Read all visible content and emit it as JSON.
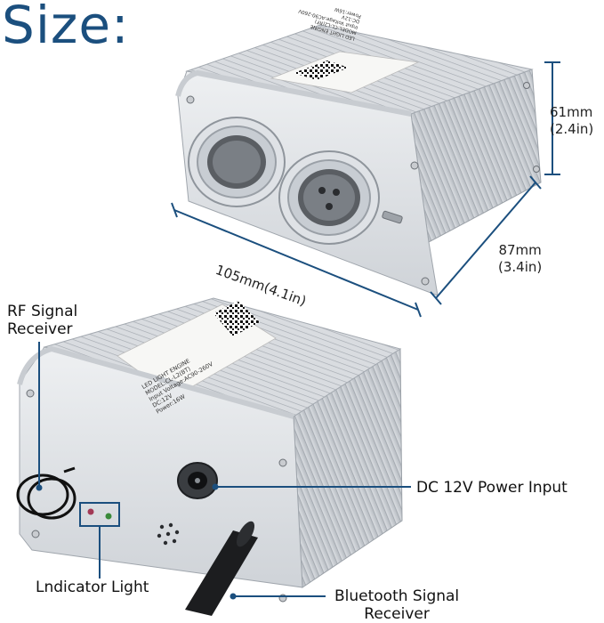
{
  "heading": "Size:",
  "dimensions": {
    "height_mm": "61mm",
    "height_in": "(2.4in)",
    "depth_mm": "87mm",
    "depth_in": "(3.4in)",
    "width": "105mm(4.1in)"
  },
  "callouts": {
    "rf_line1": "RF Signal",
    "rf_line2": "Receiver",
    "dc_power": "DC 12V Power Input",
    "indicator": "Lndicator Light",
    "bt_line1": "Bluetooth Signal",
    "bt_line2": "Receiver"
  },
  "labels": {
    "top_label_l1": "LED LIGHT ENGINE",
    "top_label_l2": "MODEL:CL-L2(RF)",
    "top_label_l3": "Input Voltage:AC90-260V",
    "top_label_l4": "DC:12V",
    "top_label_l5": "Power:16W",
    "bottom_label_l1": "LED LIGHT ENGINE",
    "bottom_label_l2": "MODEL:CL-L2(BT)",
    "bottom_label_l3": "Input Voltage:AC90-260V",
    "bottom_label_l4": "DC:12V",
    "bottom_label_l5": "Power:16W"
  },
  "colors": {
    "accent": "#1b4f7e",
    "metal_light": "#e9ebee",
    "metal_dark": "#b9bec4"
  }
}
